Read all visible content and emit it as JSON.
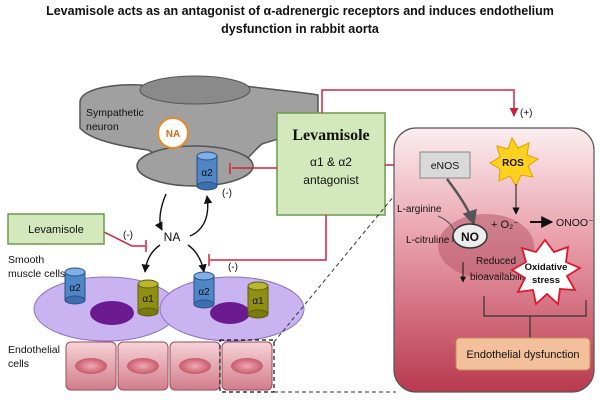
{
  "title": {
    "line1": "Levamisole acts as an antagonist of α-adrenergic receptors and induces endothelium",
    "line2": "dysfunction in rabbit aorta"
  },
  "neuron": {
    "label_line1": "Sympathetic",
    "label_line2": "neuron",
    "vesicle": "NA"
  },
  "receptors": {
    "alpha2": "α2",
    "alpha1": "α1"
  },
  "signs": {
    "inhibit": "(-)",
    "stimulate": "(+)"
  },
  "transmitter": "NA",
  "main_box": {
    "title": "Levamisole",
    "line2": "α1 & α2",
    "line3": "antagonist"
  },
  "levamisole_small": "Levamisole",
  "smooth_muscle": {
    "line1": "Smooth",
    "line2": "muscle cells"
  },
  "endothelial": {
    "line1": "Endothelial",
    "line2": "cells"
  },
  "enos": "eNOS",
  "ros": "ROS",
  "larginine": "L-arginine",
  "lcitruline": "L-citruline",
  "no": "NO",
  "o2": "+ O₂⁻",
  "onoo": "ONOO⁻",
  "reduced": {
    "line1": "Reduced",
    "line2": "bioavailability"
  },
  "oxidative": {
    "line1": "Oxidative",
    "line2": "stress"
  },
  "dysfunction": "Endothelial dysfunction",
  "colors": {
    "neuron_gray": "#a0a0a0",
    "green_box": "#d3e8bd",
    "green_border": "#6e9a4a",
    "cell_purple": "#c9b3f0",
    "nucleus": "#6b1a8f",
    "receptor_blue": "#4f86c6",
    "receptor_olive": "#8f8f12",
    "endo_pink": "#e9aab5",
    "panel_red": "#c2505e",
    "ros_yellow": "#ffd21f",
    "link_red": "#d0233a",
    "dysfunction_box": "#f4c09c"
  }
}
